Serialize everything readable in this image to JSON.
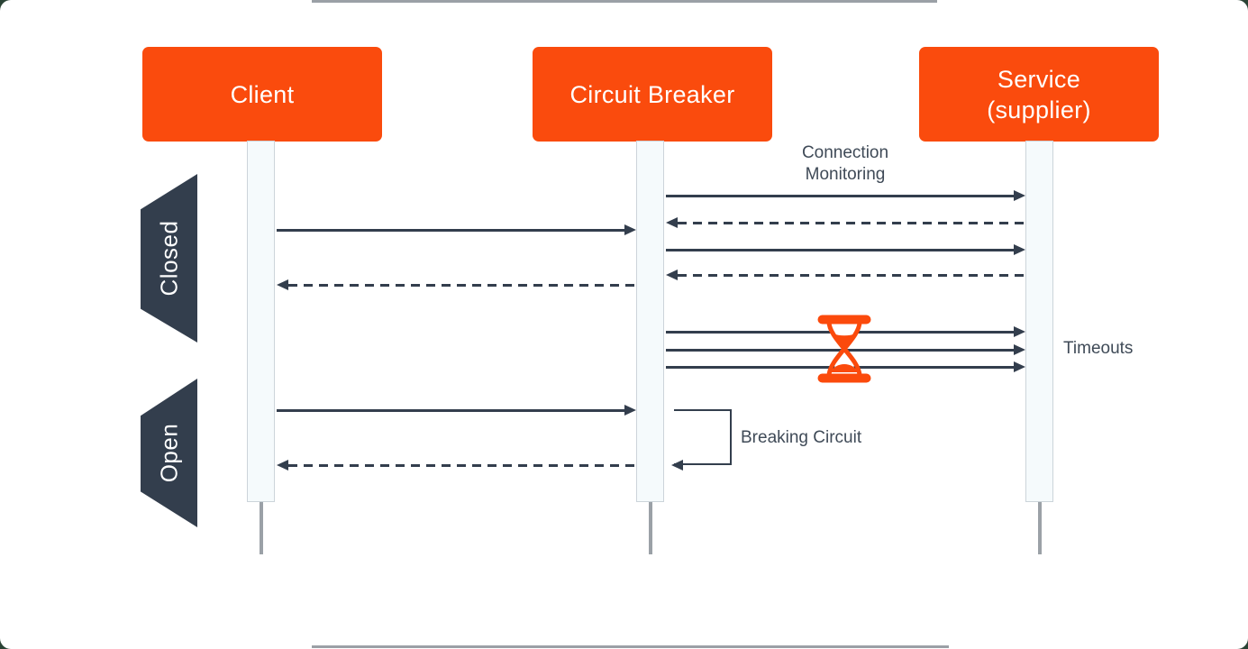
{
  "diagram_type": "sequence-diagram",
  "actors": [
    {
      "id": "client",
      "label": "Client"
    },
    {
      "id": "circuit_breaker",
      "label": "Circuit Breaker"
    },
    {
      "id": "service",
      "label": "Service\n(supplier)"
    }
  ],
  "state_labels": [
    {
      "id": "closed",
      "label": "Closed"
    },
    {
      "id": "open",
      "label": "Open"
    }
  ],
  "notes": {
    "connection_monitoring": "Connection Monitoring",
    "timeouts": "Timeouts",
    "breaking_circuit": "Breaking Circuit"
  },
  "messages": [
    {
      "from": "circuit_breaker",
      "to": "service",
      "style": "solid",
      "label": "Connection Monitoring",
      "section": "Closed"
    },
    {
      "from": "service",
      "to": "circuit_breaker",
      "style": "dashed",
      "section": "Closed"
    },
    {
      "from": "circuit_breaker",
      "to": "service",
      "style": "solid",
      "section": "Closed"
    },
    {
      "from": "service",
      "to": "circuit_breaker",
      "style": "dashed",
      "section": "Closed"
    },
    {
      "from": "client",
      "to": "circuit_breaker",
      "style": "solid",
      "section": "Closed"
    },
    {
      "from": "circuit_breaker",
      "to": "client",
      "style": "dashed",
      "section": "Closed"
    },
    {
      "from": "circuit_breaker",
      "to": "service",
      "style": "solid",
      "group": "Timeouts"
    },
    {
      "from": "circuit_breaker",
      "to": "service",
      "style": "solid",
      "group": "Timeouts"
    },
    {
      "from": "circuit_breaker",
      "to": "service",
      "style": "solid",
      "group": "Timeouts"
    },
    {
      "from": "client",
      "to": "circuit_breaker",
      "style": "solid",
      "section": "Open"
    },
    {
      "from": "circuit_breaker",
      "to": "circuit_breaker",
      "style": "self-loop",
      "label": "Breaking Circuit",
      "section": "Open"
    },
    {
      "from": "circuit_breaker",
      "to": "client",
      "style": "dashed",
      "section": "Open"
    }
  ],
  "icons": [
    {
      "id": "hourglass",
      "meaning": "timeout / waiting"
    }
  ],
  "colors": {
    "accent_orange": "#fa4b0d",
    "arrow_navy": "#333e4d",
    "note_text": "#3f4a57",
    "activation_fill": "#f5fafc",
    "activation_border": "#ccd4da",
    "lifeline_tail": "#9ba1a7",
    "canvas": "#ffffff",
    "frame_corner": "#2a4335"
  }
}
